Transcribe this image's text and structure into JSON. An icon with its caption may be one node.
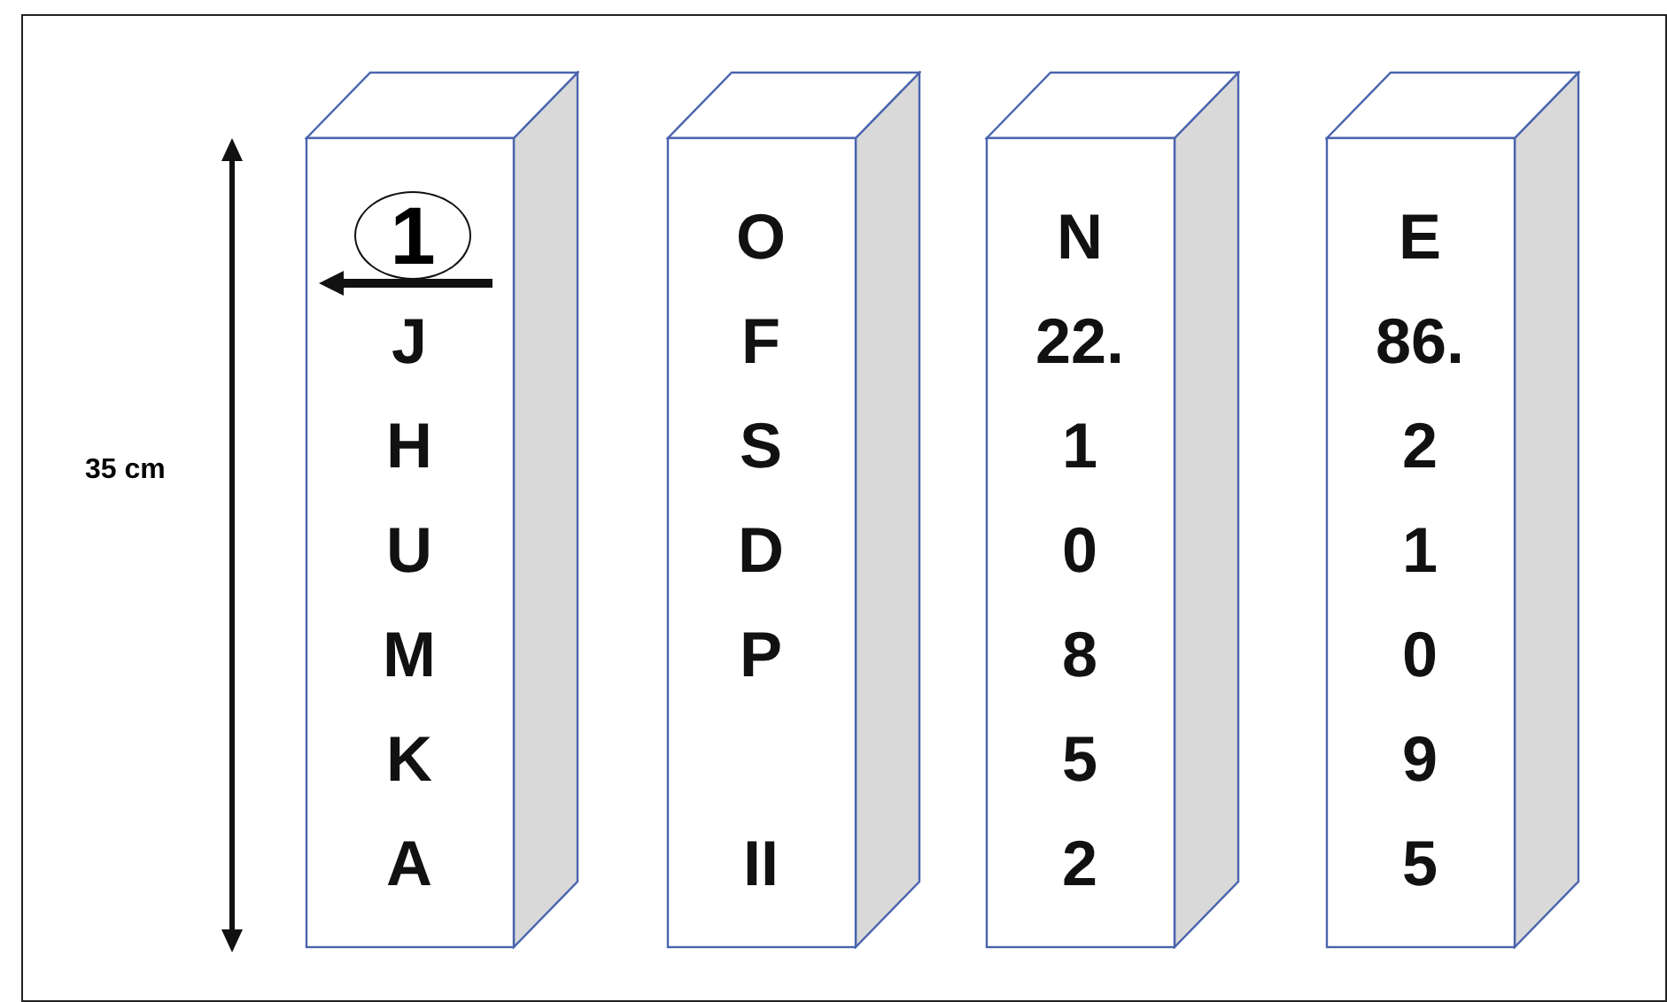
{
  "diagram": {
    "nodes": [
      {
        "text": [
          "J",
          "H",
          "U",
          "M",
          "K",
          "A"
        ]
      },
      {
        "text": [
          "1"
        ],
        "in": 0
      },
      {
        "text": [
          "O",
          "F",
          "S",
          "D",
          "P",
          "II"
        ]
      },
      {
        "text": [
          "N",
          "22.",
          "1",
          "0",
          "8",
          "5",
          "2"
        ]
      },
      {
        "text": [
          "E",
          "86.",
          "2",
          "1",
          "0",
          "9",
          "5"
        ]
      }
    ],
    "edges": [],
    "labels": [
      "35 cm"
    ]
  }
}
